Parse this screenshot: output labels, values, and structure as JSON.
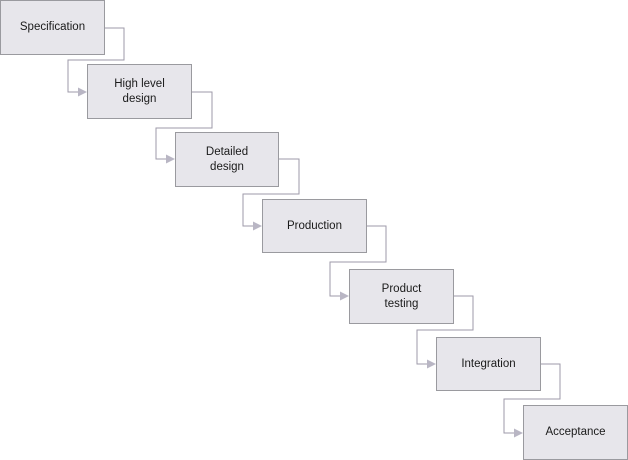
{
  "diagram": {
    "type": "waterfall",
    "colors": {
      "box_fill": "#e7e6eb",
      "box_border": "#9a9a9f",
      "connector": "#9e9aa8",
      "arrowhead": "#b9b6c4"
    },
    "stages": [
      {
        "label": "Specification"
      },
      {
        "label": "High level\ndesign"
      },
      {
        "label": "Detailed\ndesign"
      },
      {
        "label": "Production"
      },
      {
        "label": "Product\ntesting"
      },
      {
        "label": "Integration"
      },
      {
        "label": "Acceptance"
      }
    ],
    "connections": [
      {
        "from": 0,
        "to": 1
      },
      {
        "from": 1,
        "to": 2
      },
      {
        "from": 2,
        "to": 3
      },
      {
        "from": 3,
        "to": 4
      },
      {
        "from": 4,
        "to": 5
      },
      {
        "from": 5,
        "to": 6
      }
    ]
  }
}
